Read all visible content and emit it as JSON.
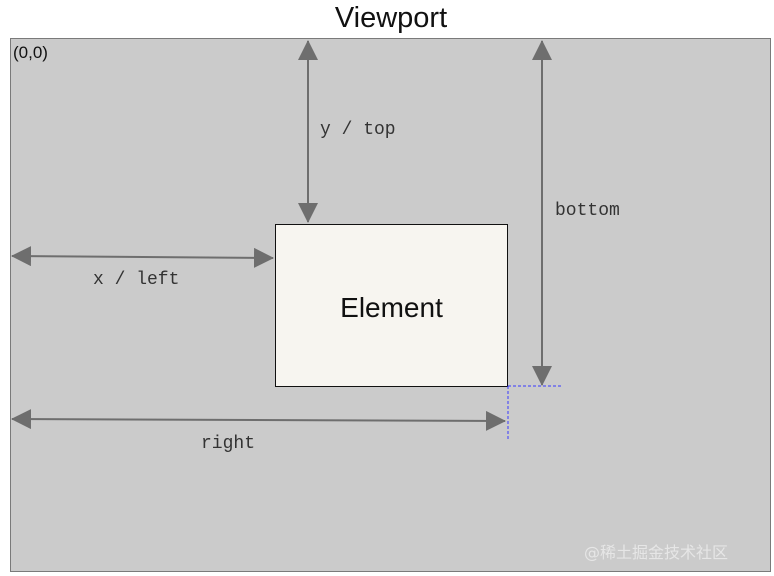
{
  "diagram": {
    "title": "Viewport",
    "origin_label": "(0,0)",
    "element_label": "Element",
    "labels": {
      "top": "y / top",
      "left": "x / left",
      "bottom": "bottom",
      "right": "right"
    },
    "watermark": "@稀土掘金技术社区",
    "colors": {
      "viewport_fill": "#cbcbcb",
      "element_fill": "#f7f5f0",
      "arrow": "#6e6e6e",
      "guide": "#3a3aff"
    }
  }
}
